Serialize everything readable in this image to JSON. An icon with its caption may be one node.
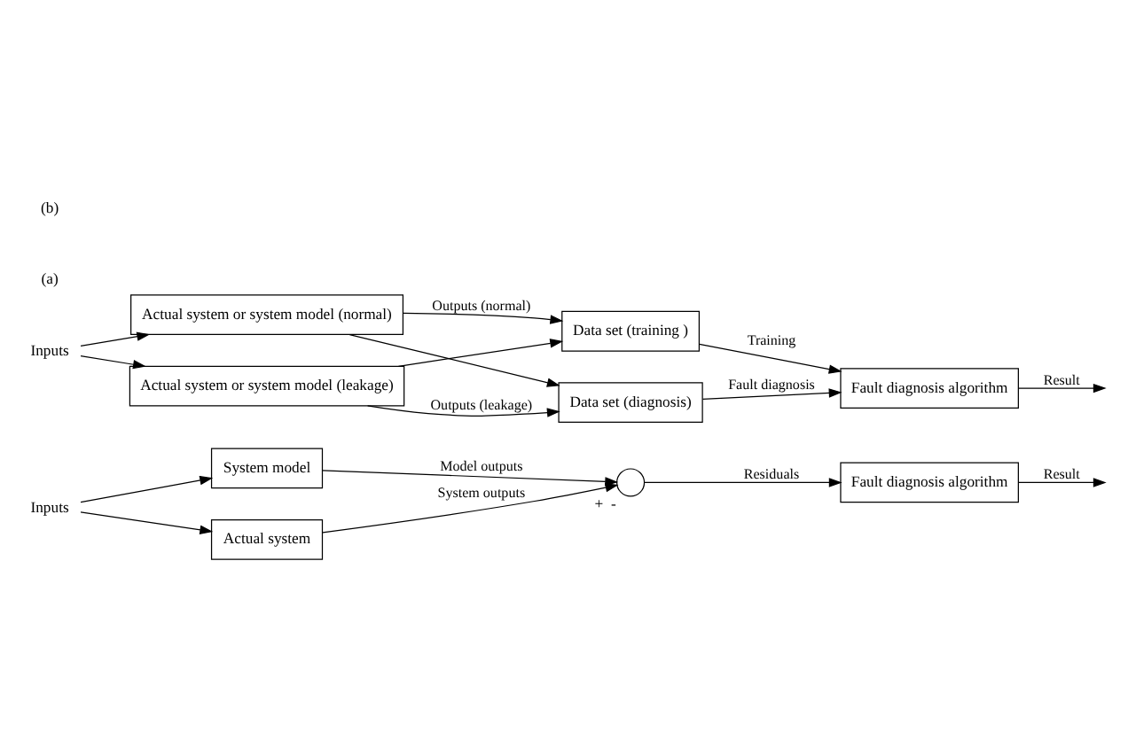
{
  "diagram": {
    "nodes": [
      {
        "text": [
          "Inputs"
        ]
      },
      {
        "text": [
          "System model"
        ]
      },
      {
        "text": [
          "Actual system"
        ]
      },
      {
        "text": [],
        "shape": "circle",
        "beside": [
          "+",
          "-"
        ]
      },
      {
        "text": [
          "Fault diagnosis algorithm"
        ]
      },
      {
        "text": [
          "Inputs"
        ]
      },
      {
        "text": [
          "Actual system or system model (normal)"
        ]
      },
      {
        "text": [
          "Actual system or system model (leakage)"
        ]
      },
      {
        "text": [
          "Data set (training )"
        ]
      },
      {
        "text": [
          "Data set (diagnosis)"
        ]
      },
      {
        "text": [
          "Fault diagnosis algorithm"
        ]
      }
    ],
    "edges": [
      {
        "from": 0,
        "to": 1,
        "arrow": "to"
      },
      {
        "from": 0,
        "to": 2,
        "arrow": "to"
      },
      {
        "from": 1,
        "to": 3,
        "arrow": "to",
        "label": "Model outputs"
      },
      {
        "from": 2,
        "to": 3,
        "arrow": "to",
        "label": "System outputs"
      },
      {
        "from": 3,
        "to": 4,
        "arrow": "to",
        "label": "Residuals"
      },
      {
        "from": 4,
        "to": null,
        "arrow": "to",
        "label": "Result"
      },
      {
        "from": 5,
        "to": 6,
        "arrow": "to"
      },
      {
        "from": 5,
        "to": 7,
        "arrow": "to"
      },
      {
        "from": 6,
        "to": 8,
        "arrow": "to",
        "label": "Outputs (normal)"
      },
      {
        "from": 6,
        "to": 9,
        "arrow": "to"
      },
      {
        "from": 7,
        "to": 8,
        "arrow": "to"
      },
      {
        "from": 7,
        "to": 9,
        "arrow": "to",
        "label": "Outputs (leakage)"
      },
      {
        "from": 8,
        "to": 10,
        "arrow": "to",
        "label": "Training"
      },
      {
        "from": 9,
        "to": 10,
        "arrow": "to",
        "label": "Fault diagnosis"
      },
      {
        "from": 10,
        "to": null,
        "arrow": "to",
        "label": "Result"
      }
    ],
    "labels": [
      "(a)",
      "(b)"
    ]
  }
}
